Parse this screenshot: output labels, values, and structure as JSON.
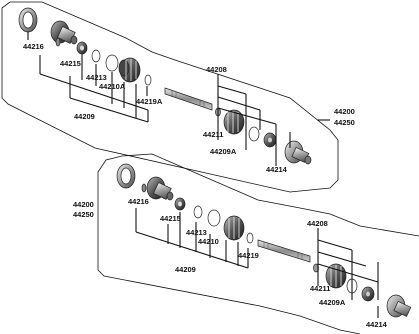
{
  "diagram": {
    "upper_assembly": {
      "labels": {
        "part_44216": "44216",
        "part_44215": "44215",
        "part_44213": "44213",
        "part_44210A": "44210A",
        "part_44219A": "44219A",
        "part_44209": "44209",
        "part_44208": "44208",
        "part_44211": "44211",
        "part_44209A": "44209A",
        "part_44214": "44214",
        "assy_a": "44200",
        "assy_b": "44250"
      }
    },
    "lower_assembly": {
      "labels": {
        "assy_a": "44200",
        "assy_b": "44250",
        "part_44216": "44216",
        "part_44215": "44215",
        "part_44213": "44213",
        "part_44210": "44210",
        "part_44219": "44219",
        "part_44209": "44209",
        "part_44208": "44208",
        "part_44211": "44211",
        "part_44209A": "44209A",
        "part_44214": "44214"
      }
    }
  }
}
